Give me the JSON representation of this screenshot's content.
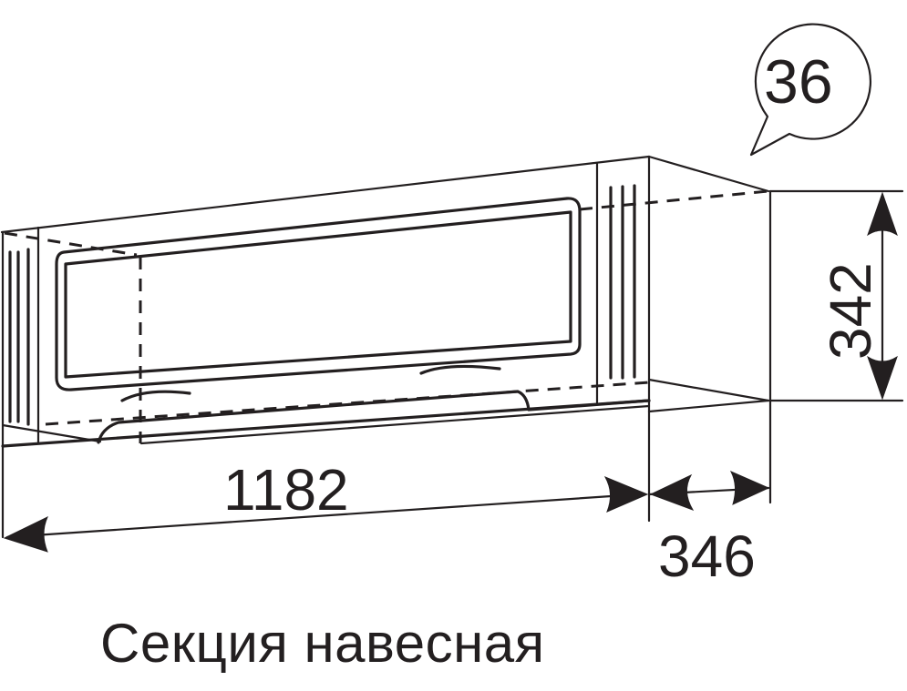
{
  "drawing": {
    "item_number": "36",
    "dimensions": {
      "width": "1182",
      "height": "342",
      "depth": "346"
    },
    "caption": "Секция навесная",
    "colors": {
      "line": "#231f20",
      "background": "#ffffff"
    }
  }
}
